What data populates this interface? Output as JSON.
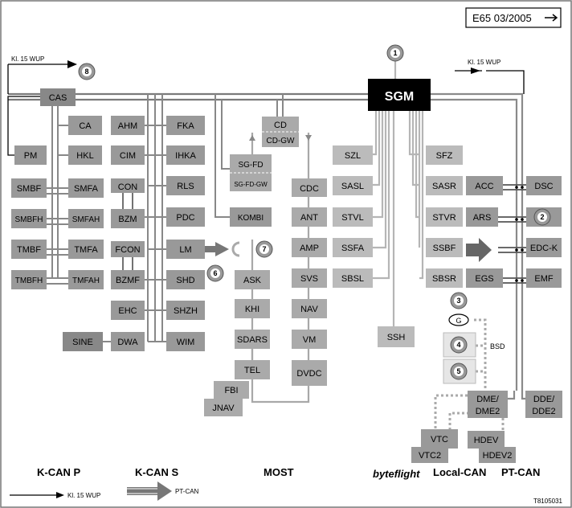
{
  "header": {
    "title": "E65 03/2005"
  },
  "code": "T8105031",
  "wup": {
    "left": "Kl. 15 WUP",
    "right": "Kl. 15 WUP",
    "legend": "Kl. 15 WUP"
  },
  "legend": {
    "kcanp": "K-CAN P",
    "kcans": "K-CAN S",
    "ptcan_small": "PT-CAN",
    "most": "MOST",
    "byteflight": "byteflight",
    "localcan": "Local-CAN",
    "ptcan": "PT-CAN"
  },
  "labels": {
    "bsd": "BSD",
    "g": "G"
  },
  "colors": {
    "dark": "#777777",
    "mid": "#9a9a9a",
    "light": "#b9b9b9",
    "lighter": "#c8c8c8",
    "sgm": "#000000",
    "bus": "#8a8a8a"
  },
  "callouts": [
    "1",
    "2",
    "3",
    "4",
    "5",
    "6",
    "7",
    "8"
  ],
  "nodes": {
    "sgm": "SGM",
    "cas": "CAS",
    "ca": "CA",
    "ahm": "AHM",
    "fka": "FKA",
    "pm": "PM",
    "hkl": "HKL",
    "cim": "CIM",
    "ihka": "IHKA",
    "smbf": "SMBF",
    "smfa": "SMFA",
    "con": "CON",
    "rls": "RLS",
    "smbfh": "SMBFH",
    "smfah": "SMFAH",
    "bzm": "BZM",
    "pdc": "PDC",
    "tmbf": "TMBF",
    "tmfa": "TMFA",
    "fcon": "FCON",
    "lm": "LM",
    "tmbfh": "TMBFH",
    "tmfah": "TMFAH",
    "bzmf": "BZMF",
    "shd": "SHD",
    "ehc": "EHC",
    "shzh": "SHZH",
    "sine": "SINE",
    "dwa": "DWA",
    "wim": "WIM",
    "sgfd": "SG-FD",
    "sgfdgw": "SG-FD-GW",
    "kombi": "KOMBI",
    "cd": "CD",
    "cdgw": "CD-GW",
    "cdc": "CDC",
    "ant": "ANT",
    "amp": "AMP",
    "svs": "SVS",
    "nav": "NAV",
    "vm": "VM",
    "dvdc": "DVDC",
    "ask": "ASK",
    "khi": "KHI",
    "sdars": "SDARS",
    "tel": "TEL",
    "fbi": "FBI",
    "jnav": "JNAV",
    "szl": "SZL",
    "sasl": "SASL",
    "stvl": "STVL",
    "ssfa": "SSFA",
    "sbsl": "SBSL",
    "ssh": "SSH",
    "sfz": "SFZ",
    "sasr": "SASR",
    "stvr": "STVR",
    "ssbf": "SSBF",
    "sbsr": "SBSR",
    "acc": "ACC",
    "dsc": "DSC",
    "ars": "ARS",
    "edck": "EDC-K",
    "egs": "EGS",
    "emf": "EMF",
    "dme": "DME/",
    "dme2": "DME2",
    "dde": "DDE/",
    "dde2": "DDE2",
    "vtc": "VTC",
    "vtc2": "VTC2",
    "hdev": "HDEV",
    "hdev2": "HDEV2"
  }
}
